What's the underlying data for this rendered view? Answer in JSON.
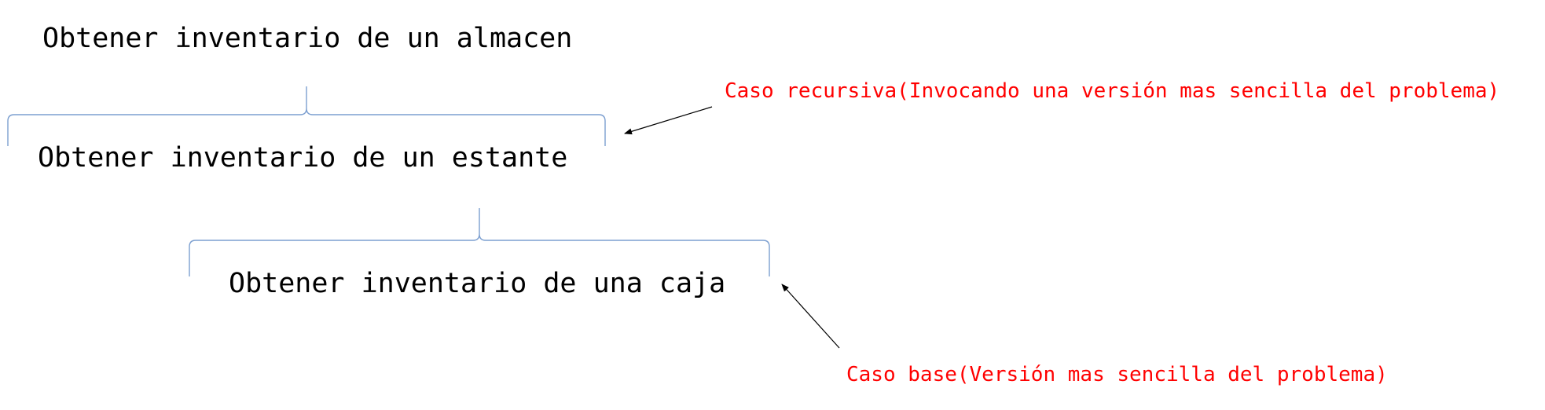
{
  "levels": [
    {
      "label": "Obtener inventario de un almacen"
    },
    {
      "label": "Obtener inventario de un estante"
    },
    {
      "label": "Obtener inventario de una caja"
    }
  ],
  "annotations": {
    "recursive_case": "Caso recursiva(Invocando una versión mas sencilla del problema)",
    "base_case": "Caso base(Versión mas sencilla del problema)"
  },
  "colors": {
    "node_text": "#000000",
    "annotation_text": "#ff0000",
    "bracket": "#7c9fd0",
    "arrow": "#000000"
  }
}
